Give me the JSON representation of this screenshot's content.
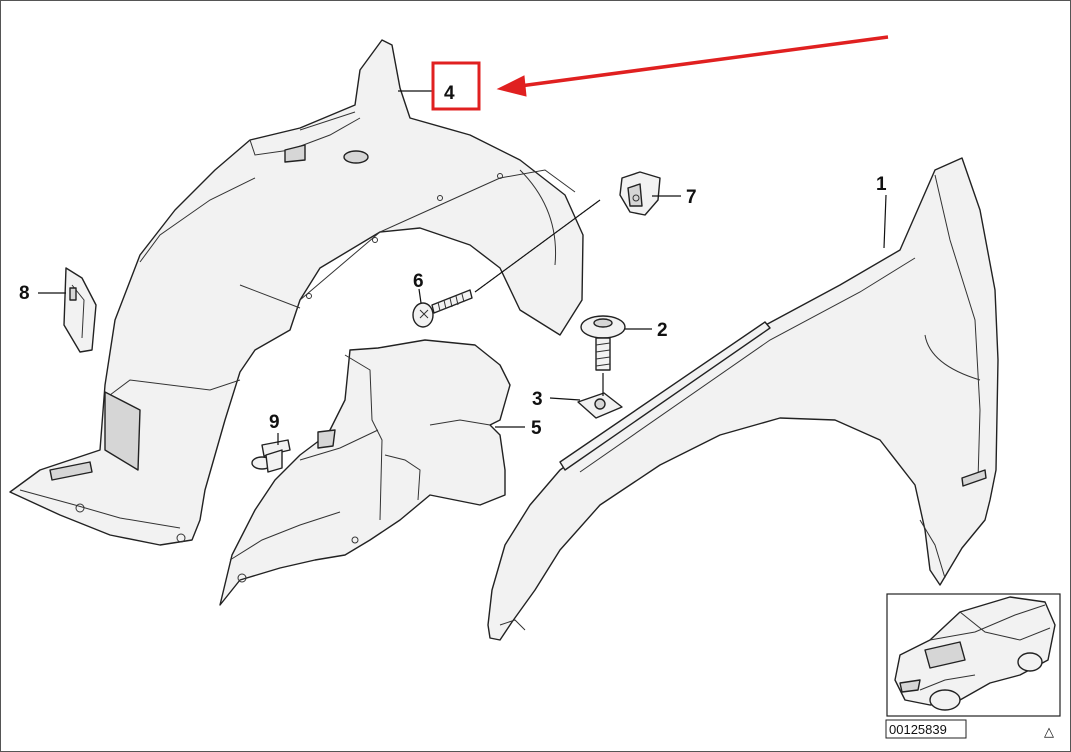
{
  "callouts": {
    "p1": "1",
    "p2": "2",
    "p3": "3",
    "p4": "4",
    "p5": "5",
    "p6": "6",
    "p7": "7",
    "p8": "8",
    "p9": "9"
  },
  "highlight": {
    "target": "4",
    "color": "#e02020"
  },
  "footer": {
    "code": "00125839",
    "symbol": "△"
  }
}
